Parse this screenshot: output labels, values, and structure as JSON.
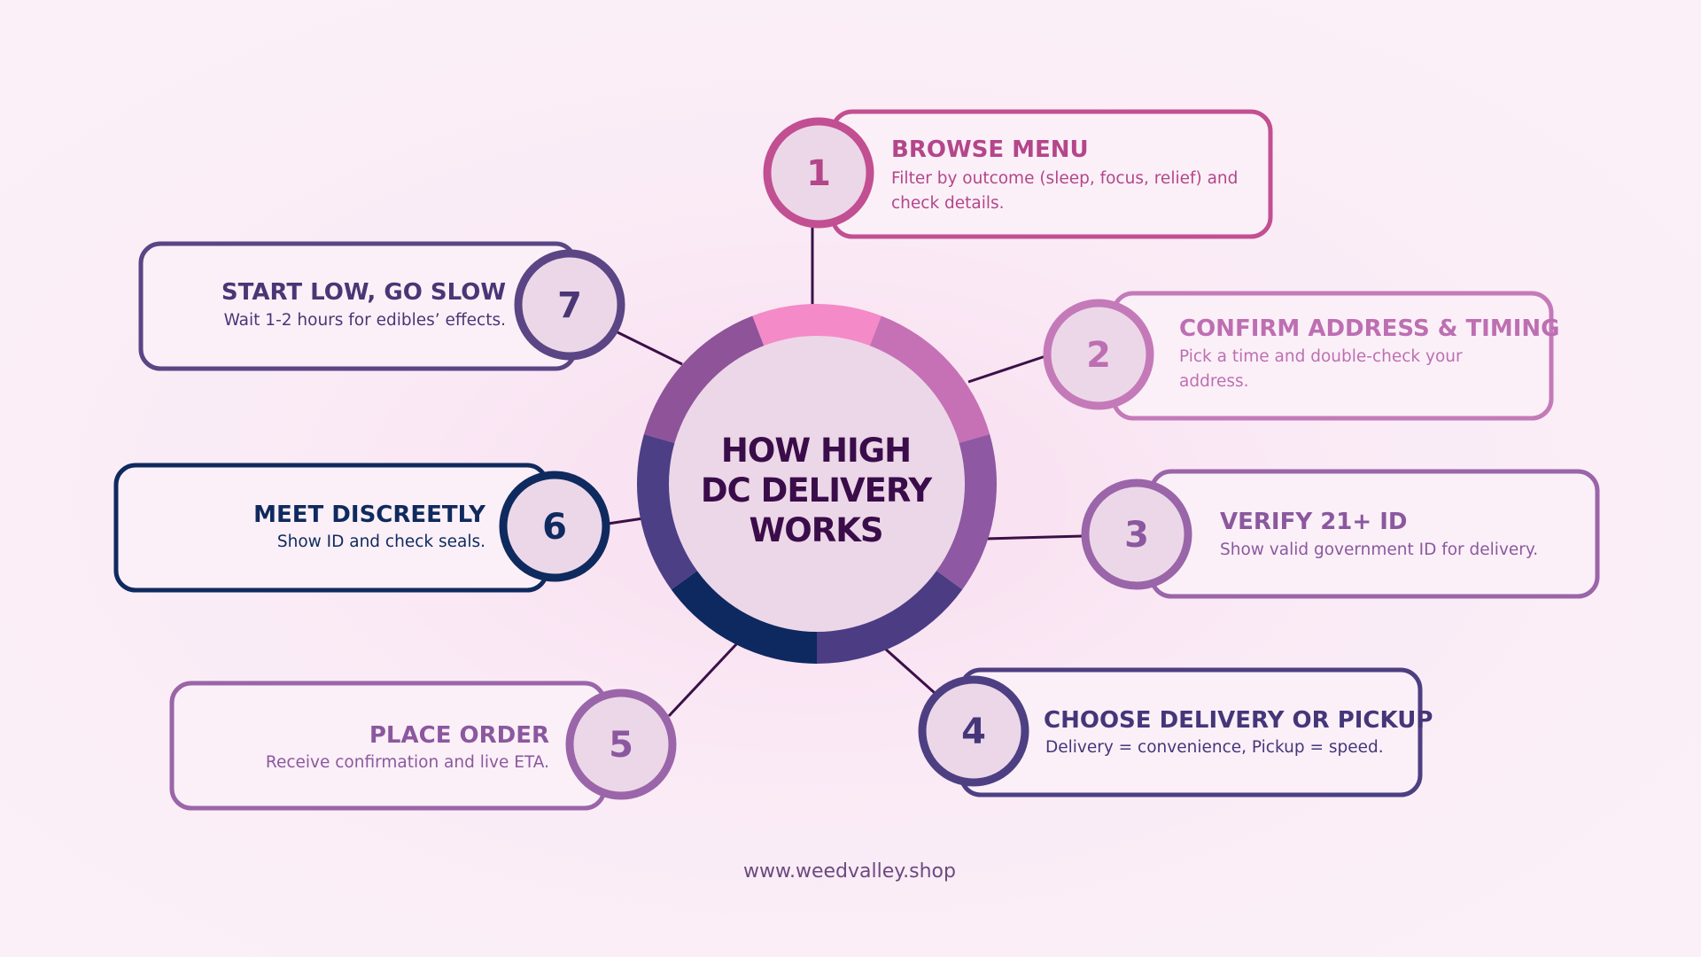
{
  "center": {
    "title_lines": [
      "HOW HIGH",
      "DC DELIVERY",
      "WORKS"
    ]
  },
  "colors": {
    "background": "#fbeff7",
    "center_fill": "#ecd7e8",
    "center_text": "#3a0d4a",
    "ring_top": "#f48ac7",
    "ring_upper_right": "#c671b5",
    "ring_right": "#8e58a3",
    "ring_lower_right": "#4b3c84",
    "ring_bottom": "#0e2860",
    "ring_lower_left": "#4d3f86",
    "ring_left": "#8e5398",
    "connector": "#3b1048",
    "card_fill": "#fbf0f8",
    "badge_fill": "#ecd7e8"
  },
  "steps": [
    {
      "number": "1",
      "title": "BROWSE MENU",
      "description_lines": [
        "Filter by outcome (sleep, focus, relief) and",
        "check details."
      ],
      "color": "#c24f92",
      "title_color": "#b4468a",
      "text_color": "#b4468a",
      "side": "right"
    },
    {
      "number": "2",
      "title": "CONFIRM ADDRESS & TIMING",
      "description_lines": [
        "Pick a time and double-check your",
        "address."
      ],
      "color": "#c47ab8",
      "title_color": "#bd6fb2",
      "text_color": "#bd6fb2",
      "side": "right"
    },
    {
      "number": "3",
      "title": "VERIFY 21+ ID",
      "description_lines": [
        "Show valid government ID for delivery."
      ],
      "color": "#9a65a9",
      "title_color": "#8b589f",
      "text_color": "#8b589f",
      "side": "right"
    },
    {
      "number": "4",
      "title": "CHOOSE DELIVERY OR PICKUP",
      "description_lines": [
        "Delivery = convenience, Pickup = speed."
      ],
      "color": "#4d3f82",
      "title_color": "#45367a",
      "text_color": "#45367a",
      "side": "right"
    },
    {
      "number": "5",
      "title": "PLACE ORDER",
      "description_lines": [
        "Receive confirmation and live ETA."
      ],
      "color": "#9a65a9",
      "title_color": "#8b589f",
      "text_color": "#8b589f",
      "side": "left"
    },
    {
      "number": "6",
      "title": "MEET DISCREETLY",
      "description_lines": [
        "Show ID and check seals."
      ],
      "color": "#0f2a5e",
      "title_color": "#0f2a5e",
      "text_color": "#0f2a5e",
      "side": "left"
    },
    {
      "number": "7",
      "title": "START LOW, GO SLOW",
      "description_lines": [
        "Wait 1-2 hours for edibles’ effects."
      ],
      "color": "#5b4584",
      "title_color": "#4a3675",
      "text_color": "#4a3675",
      "side": "left"
    }
  ],
  "footer": {
    "website": "www.weedvalley.shop",
    "color": "#6b4a80"
  }
}
